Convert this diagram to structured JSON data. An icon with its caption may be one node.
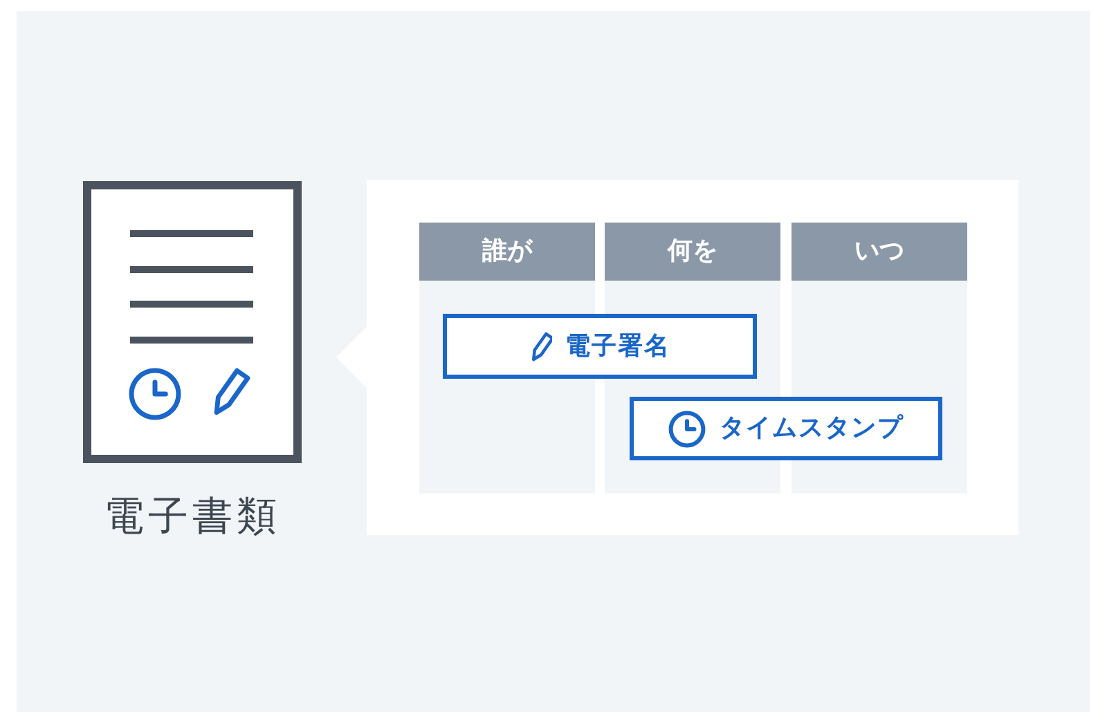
{
  "diagram": {
    "nodes": [
      {
        "text": [
          "電子書類"
        ]
      },
      {
        "text": [],
        "shape": "box"
      },
      {
        "text": [
          "誰が"
        ],
        "in": 1
      },
      {
        "text": [
          "何を"
        ],
        "in": 1
      },
      {
        "text": [
          "いつ"
        ],
        "in": 1
      },
      {
        "text": [
          "電子署名"
        ],
        "in": 1
      },
      {
        "text": [
          "タイムスタンプ"
        ],
        "in": 1
      }
    ]
  }
}
